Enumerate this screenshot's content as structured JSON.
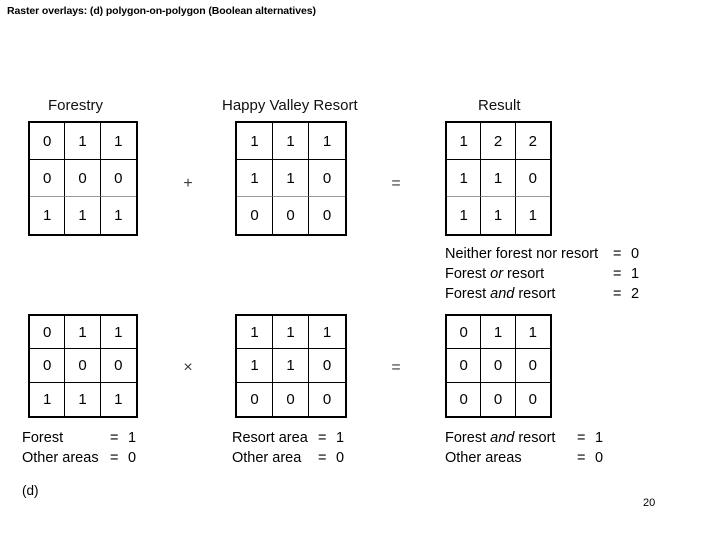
{
  "slide": {
    "title": "Raster overlays: (d) polygon-on-polygon (Boolean alternatives)",
    "panel_letter": "(d)",
    "page_number": "20"
  },
  "headings": {
    "forestry": "Forestry",
    "resort": "Happy Valley Resort",
    "result": "Result"
  },
  "operators": {
    "plus": "+",
    "equals_top": "=",
    "times": "×",
    "equals_bottom": "="
  },
  "grids": {
    "forestry_top": {
      "name": "Forestry",
      "rows": [
        [
          "0",
          "1",
          "1"
        ],
        [
          "0",
          "0",
          "0"
        ],
        [
          "1",
          "1",
          "1"
        ]
      ]
    },
    "resort_top": {
      "name": "Happy Valley Resort",
      "rows": [
        [
          "1",
          "1",
          "1"
        ],
        [
          "1",
          "1",
          "0"
        ],
        [
          "0",
          "0",
          "0"
        ]
      ]
    },
    "result_top": {
      "name": "Result",
      "rows": [
        [
          "1",
          "2",
          "2"
        ],
        [
          "1",
          "1",
          "0"
        ],
        [
          "1",
          "1",
          "1"
        ]
      ]
    },
    "forestry_bottom": {
      "name": "Forestry",
      "rows": [
        [
          "0",
          "1",
          "1"
        ],
        [
          "0",
          "0",
          "0"
        ],
        [
          "1",
          "1",
          "1"
        ]
      ]
    },
    "resort_bottom": {
      "name": "Happy Valley Resort",
      "rows": [
        [
          "1",
          "1",
          "1"
        ],
        [
          "1",
          "1",
          "0"
        ],
        [
          "0",
          "0",
          "0"
        ]
      ]
    },
    "result_bottom": {
      "name": "Result",
      "rows": [
        [
          "0",
          "1",
          "1"
        ],
        [
          "0",
          "0",
          "0"
        ],
        [
          "0",
          "0",
          "0"
        ]
      ]
    }
  },
  "legends": {
    "result_top": [
      {
        "label": "Neither forest nor resort",
        "eq": "=",
        "value": "0"
      },
      {
        "label": "Forest or resort",
        "label_html": "Forest <em>or</em> resort",
        "eq": "=",
        "value": "1"
      },
      {
        "label": "Forest and resort",
        "label_html": "Forest <em>and</em> resort",
        "eq": "=",
        "value": "2"
      }
    ],
    "forestry_bottom": [
      {
        "label": "Forest",
        "eq": "=",
        "value": "1"
      },
      {
        "label": "Other areas",
        "eq": "=",
        "value": "0"
      }
    ],
    "resort_bottom": [
      {
        "label": "Resort area",
        "eq": "=",
        "value": "1"
      },
      {
        "label": "Other area",
        "eq": "=",
        "value": "0"
      }
    ],
    "result_bottom": [
      {
        "label": "Forest and resort",
        "label_html": "Forest <em>and</em> resort",
        "eq": "=",
        "value": "1"
      },
      {
        "label": "Other areas",
        "eq": "=",
        "value": "0"
      }
    ]
  },
  "colors": {
    "background": "#ffffff",
    "ink": "#000000",
    "grid_border": "#000000",
    "grid_inner_line": "#000000",
    "grid_faint_line": "#9a9a9a",
    "operator": "#3a3a3a"
  }
}
